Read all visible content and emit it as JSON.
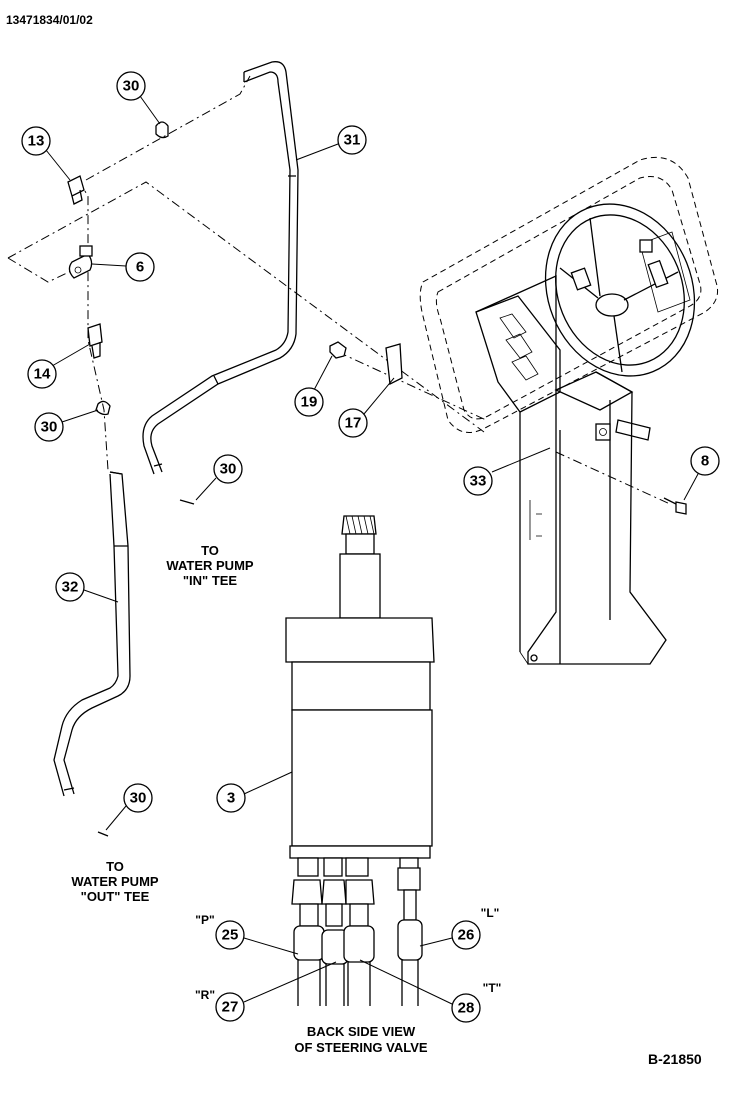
{
  "header": {
    "drawing_number": "13471834/01/02"
  },
  "footer": {
    "figure_id": "B-21850"
  },
  "callouts": {
    "c30a": "30",
    "c13": "13",
    "c31": "31",
    "c6": "6",
    "c14": "14",
    "c30b": "30",
    "c19": "19",
    "c17": "17",
    "c30c": "30",
    "c8": "8",
    "c33": "33",
    "c32": "32",
    "c3": "3",
    "c30d": "30",
    "c25": "25",
    "c26": "26",
    "c27": "27",
    "c28": "28"
  },
  "notes": {
    "in_tee": [
      "TO",
      "WATER PUMP",
      "\"IN\" TEE"
    ],
    "out_tee": [
      "TO",
      "WATER PUMP",
      "\"OUT\" TEE"
    ],
    "back_view": [
      "BACK SIDE VIEW",
      "OF STEERING VALVE"
    ]
  },
  "ports": {
    "p": "\"P\"",
    "l": "\"L\"",
    "r": "\"R\"",
    "t": "\"T\""
  }
}
